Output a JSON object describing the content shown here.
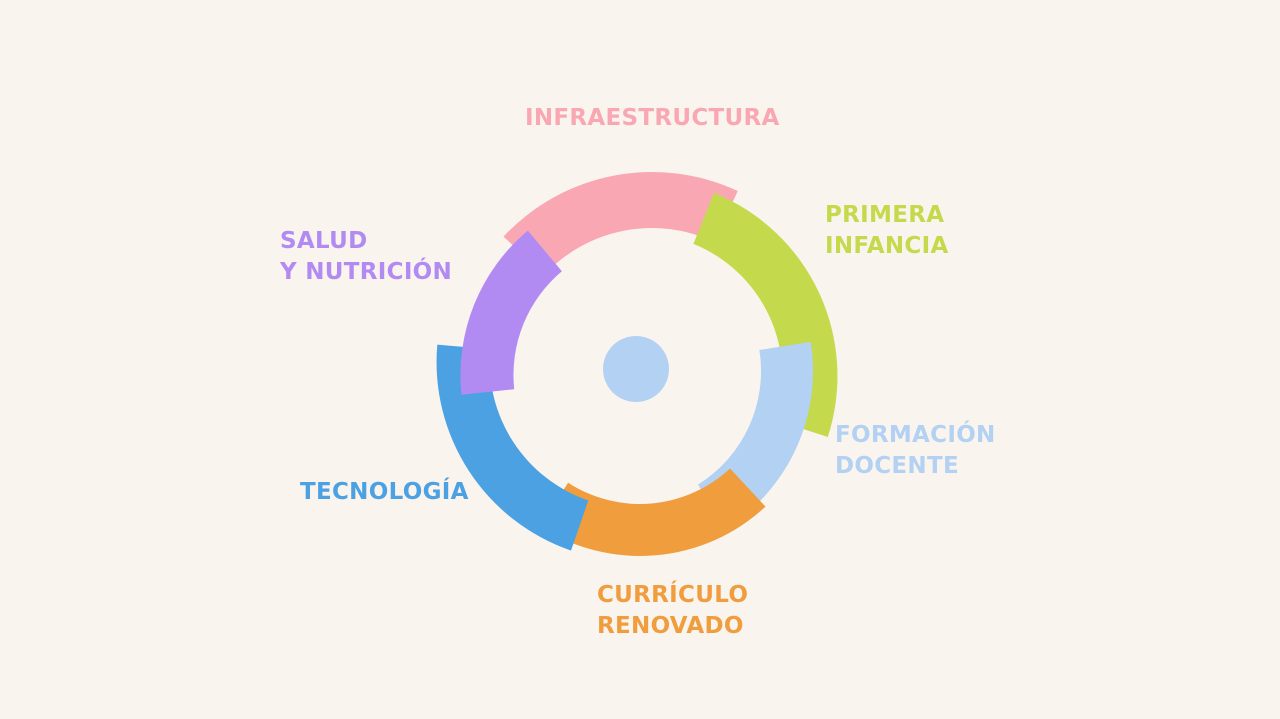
{
  "segments": [
    {
      "id": "infraestructura",
      "lines": [
        "INFRAESTRUCTURA"
      ],
      "color": "#f9a8b3"
    },
    {
      "id": "primera-infancia",
      "lines": [
        "PRIMERA",
        "INFANCIA"
      ],
      "color": "#c5d94c"
    },
    {
      "id": "formacion-docente",
      "lines": [
        "FORMACIÓN",
        "DOCENTE"
      ],
      "color": "#b3d1f3"
    },
    {
      "id": "curriculo-renovado",
      "lines": [
        "CURRÍCULO",
        "RENOVADO"
      ],
      "color": "#f09d3e"
    },
    {
      "id": "tecnologia",
      "lines": [
        "TECNOLOGÍA"
      ],
      "color": "#4ca1e3"
    },
    {
      "id": "salud-nutricion",
      "lines": [
        "SALUD",
        "Y NUTRICIÓN"
      ],
      "color": "#b28bf2"
    }
  ],
  "center_color": "#b3d1f3",
  "background": "#faf4ef"
}
